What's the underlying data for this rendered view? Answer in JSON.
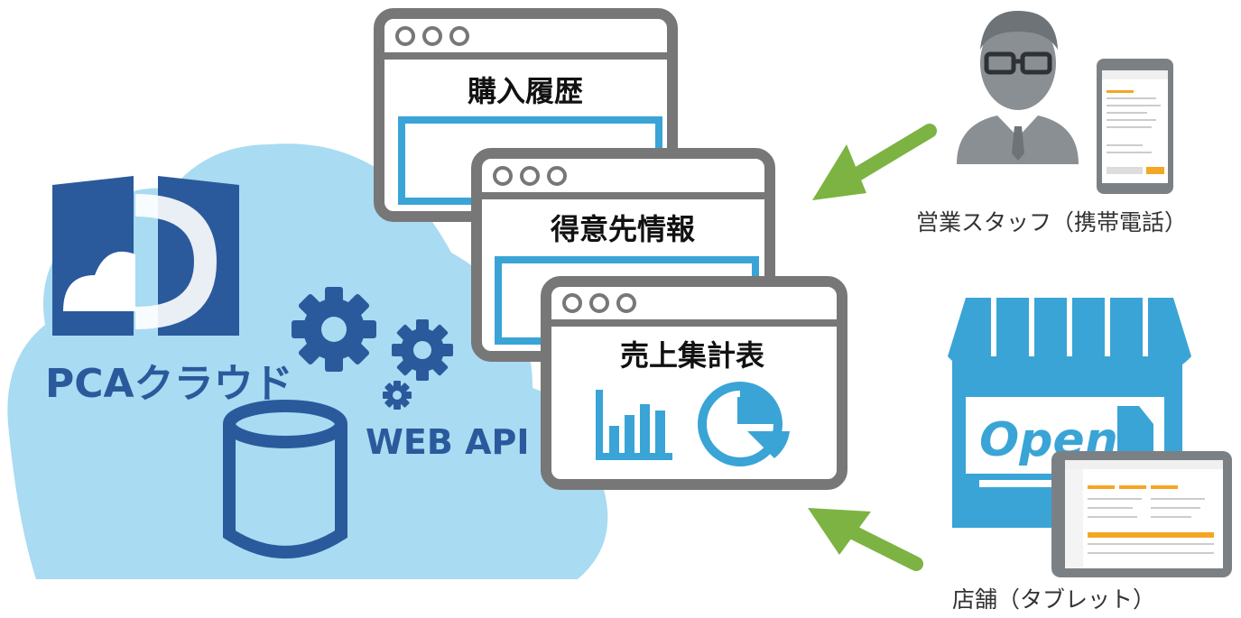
{
  "brand": {
    "name": "PCAクラウド",
    "color": "#2a5a9c"
  },
  "api_label": "WEB API",
  "windows": [
    {
      "title": "購入履歴"
    },
    {
      "title": "得意先情報"
    },
    {
      "title": "売上集計表"
    }
  ],
  "clients": {
    "sales_staff_label": "営業スタッフ（携帯電話）",
    "store_label": "店舗（タブレット）",
    "store_sign_text": "Open"
  },
  "colors": {
    "cloud": "#a9dbf2",
    "window_frame": "#777777",
    "accent_blue": "#3aa4d6",
    "navy": "#2a5a9c",
    "arrow_green": "#7cb342",
    "person_gray": "#8a8f94"
  }
}
